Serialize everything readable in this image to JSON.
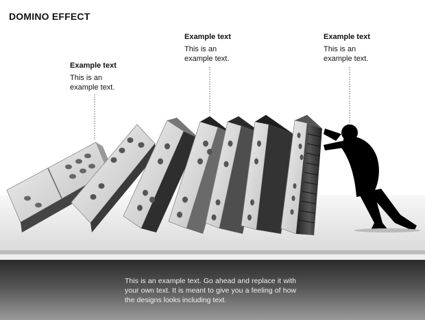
{
  "slide": {
    "title": "DOMINO EFFECT",
    "callouts": [
      {
        "heading": "Example text",
        "body": "This is an example text."
      },
      {
        "heading": "Example text",
        "body": "This is an example text."
      },
      {
        "heading": "Example text",
        "body": "This is an example text."
      }
    ],
    "footer_text": "This is an example text. Go ahead and replace it with your own text. It is meant to give you a feeling of how the designs looks including text."
  },
  "colors": {
    "domino_face": "#d8d8d8",
    "domino_side_dark": "#333333",
    "silhouette": "#000000",
    "band_top": "#2a2a2a",
    "band_bottom": "#9a9a9a"
  },
  "icons": {
    "figure": "person-pushing-icon",
    "dominoes": "domino-icon"
  }
}
